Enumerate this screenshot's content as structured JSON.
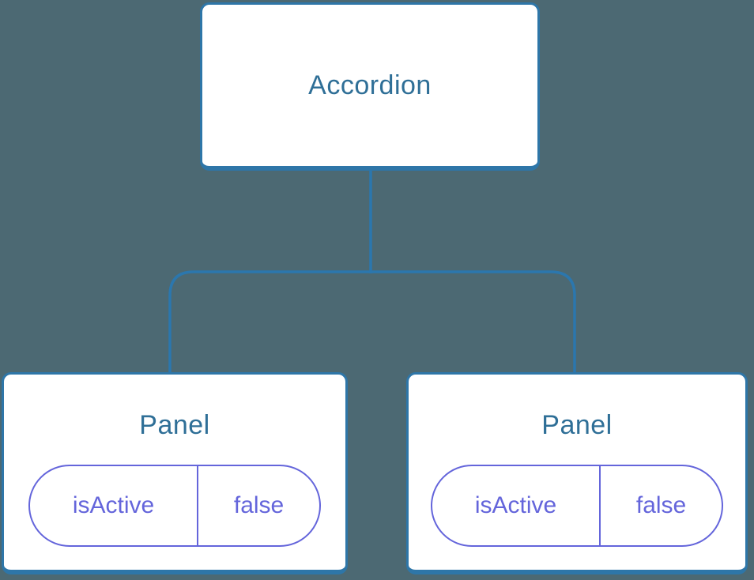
{
  "colors": {
    "background": "#4C6973",
    "node-fill": "#FFFFFF",
    "node-border": "#2E76A8",
    "connector": "#2B77AE",
    "node-text": "#2F6F97",
    "state-accent": "#6465DB"
  },
  "tree": {
    "root": {
      "label": "Accordion"
    },
    "children": [
      {
        "label": "Panel",
        "state": {
          "key": "isActive",
          "value": "false"
        }
      },
      {
        "label": "Panel",
        "state": {
          "key": "isActive",
          "value": "false"
        }
      }
    ]
  }
}
